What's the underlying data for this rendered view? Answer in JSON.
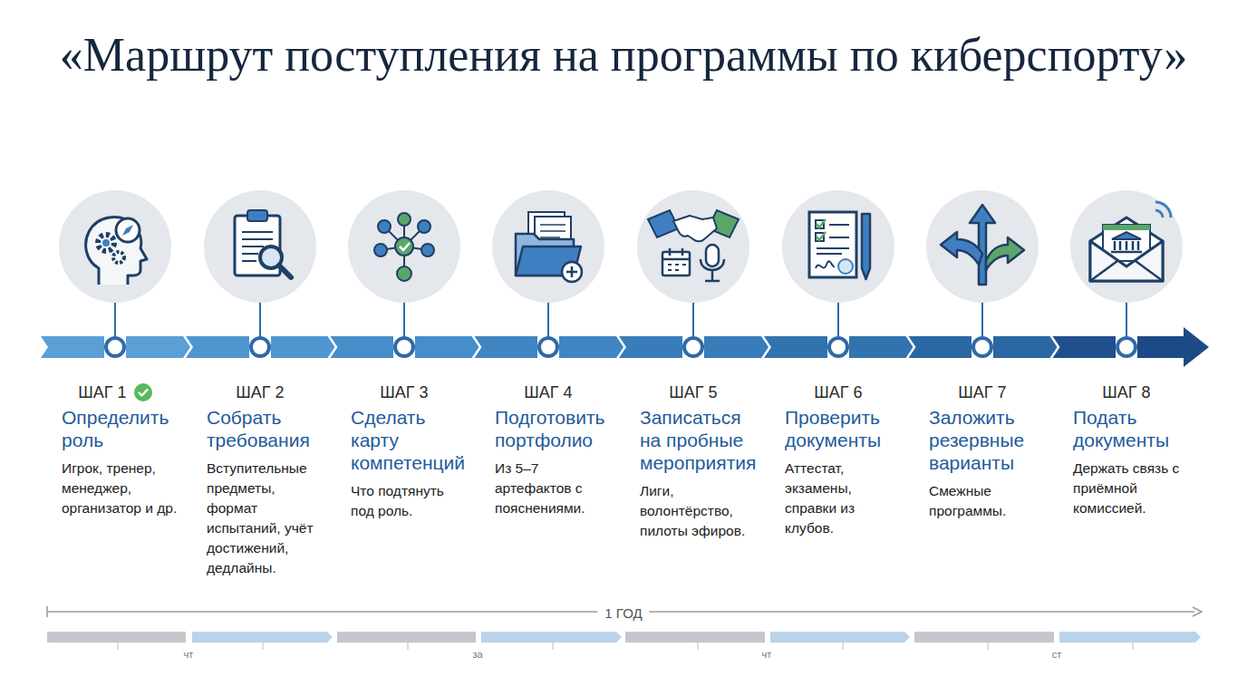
{
  "diagram": {
    "title": "«Маршрут поступления на программы по киберспорту»",
    "nodes": [
      {
        "text": [
          "ШАГ 1",
          "Определить роль",
          "Игрок, тренер, менеджер, организатор и др."
        ]
      },
      {
        "text": [
          "ШАГ 2",
          "Собрать требования",
          "Вступительные предметы, формат испытаний, учёт достижений, дедлайны."
        ]
      },
      {
        "text": [
          "ШАГ 3",
          "Сделать карту компетенций",
          "Что подтянуть под роль."
        ]
      },
      {
        "text": [
          "ШАГ 4",
          "Подготовить портфолио",
          "Из 5–7 артефактов с пояснениями."
        ]
      },
      {
        "text": [
          "ШАГ 5",
          "Записаться на пробные мероприятия",
          "Лиги, волонтёрство, пилоты эфиров."
        ]
      },
      {
        "text": [
          "ШАГ 6",
          "Проверить документы",
          "Аттестат, экзамены, справки из клубов."
        ]
      },
      {
        "text": [
          "ШАГ 7",
          "Заложить резервные варианты",
          "Смежные программы."
        ]
      },
      {
        "text": [
          "ШАГ 8",
          "Подать документы",
          "Держать связь с приёмной комиссией."
        ]
      }
    ],
    "edges": [
      {
        "from": 0,
        "to": 1,
        "arrow": "to"
      },
      {
        "from": 1,
        "to": 2,
        "arrow": "to"
      },
      {
        "from": 2,
        "to": 3,
        "arrow": "to"
      },
      {
        "from": 3,
        "to": 4,
        "arrow": "to"
      },
      {
        "from": 4,
        "to": 5,
        "arrow": "to"
      },
      {
        "from": 5,
        "to": 6,
        "arrow": "to"
      },
      {
        "from": 6,
        "to": 7,
        "arrow": "to"
      }
    ],
    "labels": [
      "1 ГОД",
      "чт",
      "за",
      "чт",
      "ст"
    ]
  }
}
